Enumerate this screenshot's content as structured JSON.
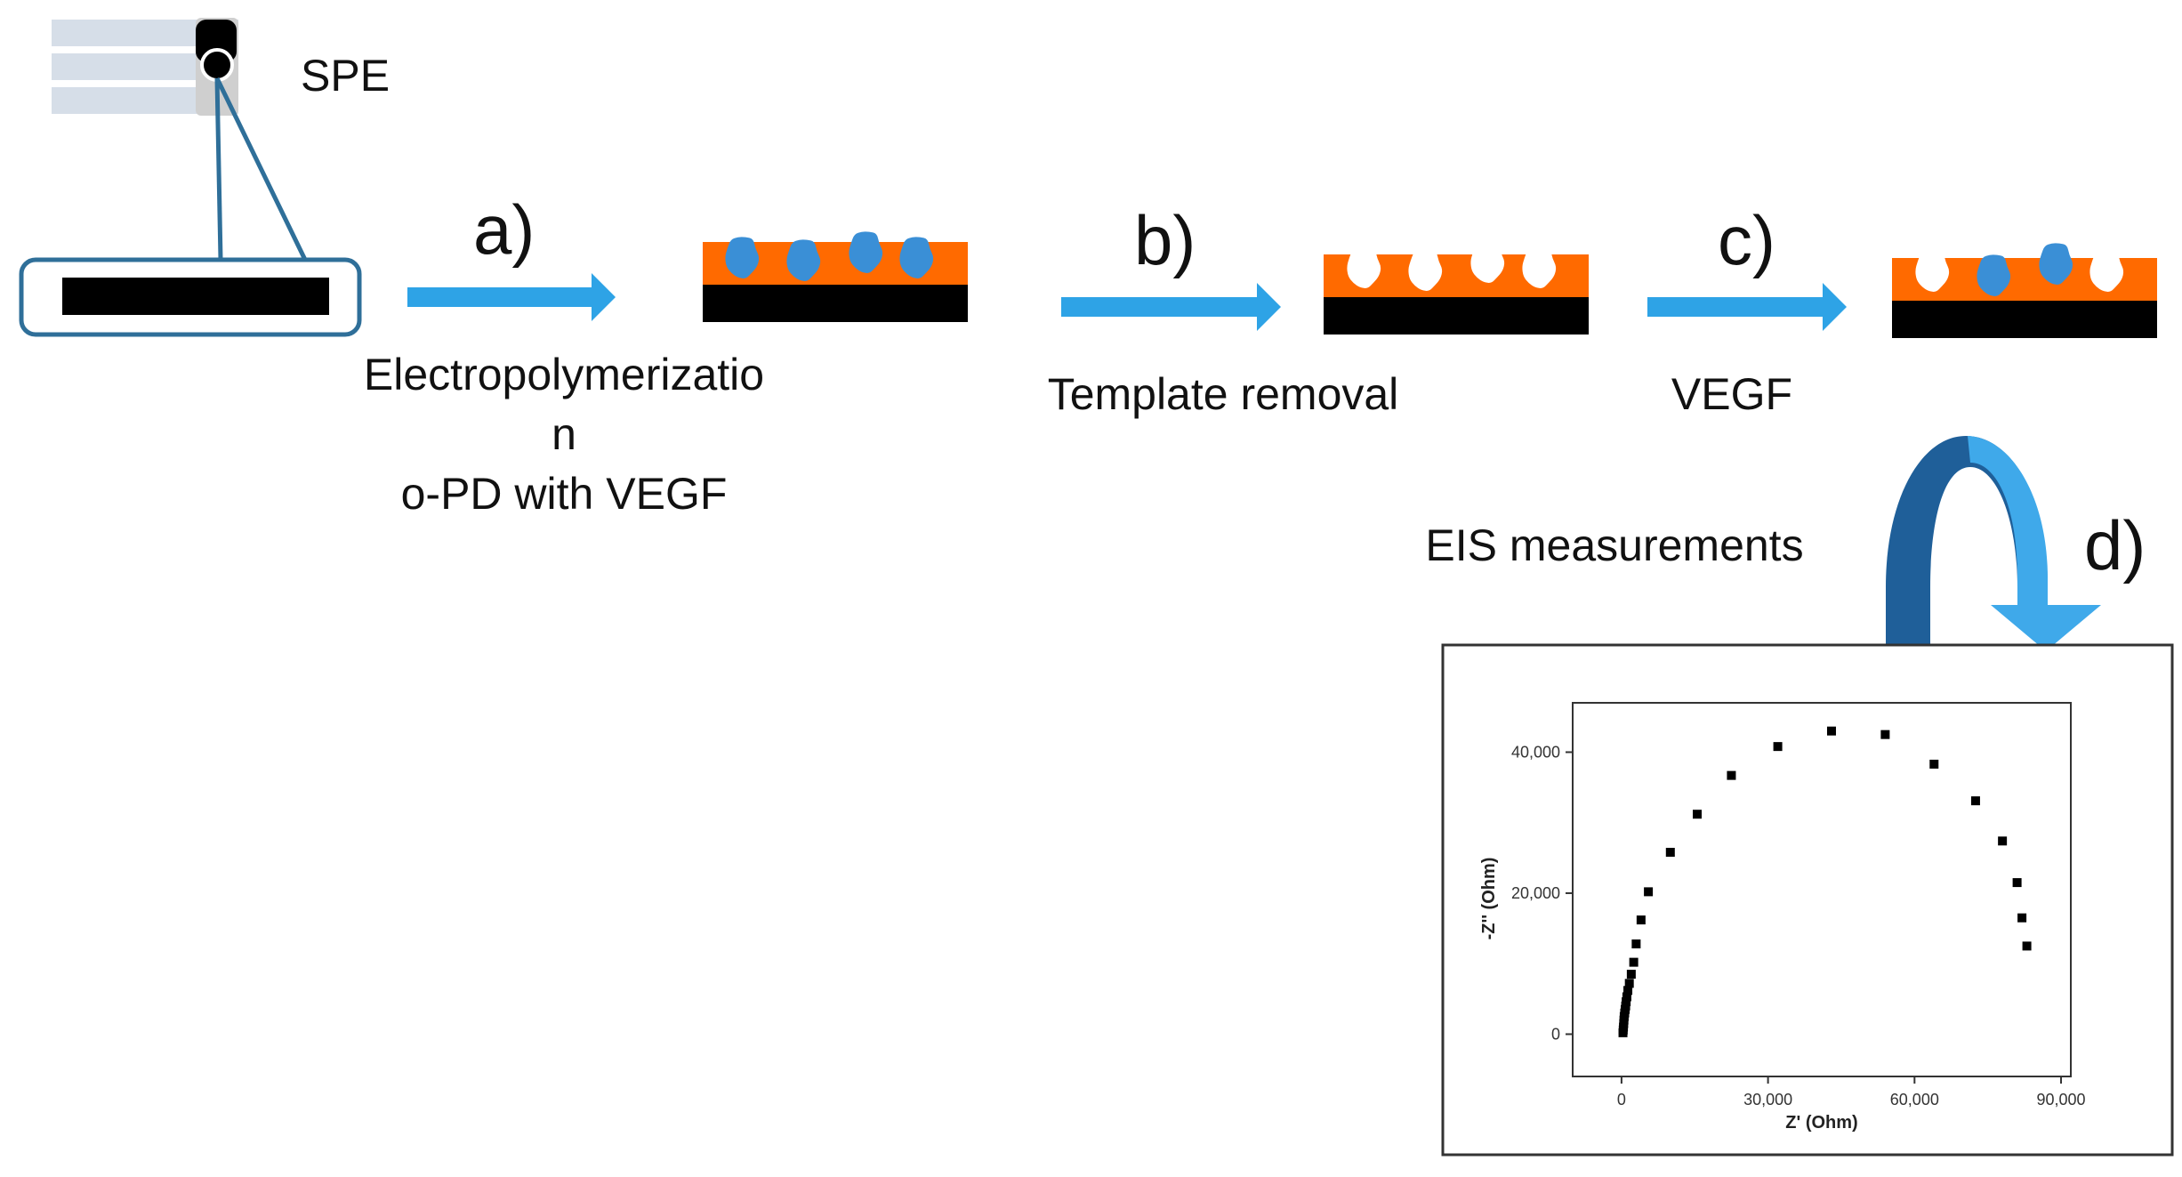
{
  "electrode": {
    "label": "SPE"
  },
  "steps": [
    {
      "id": "a",
      "letter": "a)",
      "caption_lines": [
        "Electropolymerizatio",
        "n",
        "o-PD with VEGF"
      ]
    },
    {
      "id": "b",
      "letter": "b)",
      "caption_lines": [
        "Template removal"
      ]
    },
    {
      "id": "c",
      "letter": "c)",
      "caption_lines": [
        "VEGF"
      ]
    },
    {
      "id": "d",
      "letter": "d)",
      "caption_lines": [
        "EIS measurements"
      ]
    }
  ],
  "colors": {
    "polymer": "#FF6A00",
    "electrode": "#000000",
    "protein": "#3A8FD6",
    "cavity": "#FFFFFF",
    "arrow": "#2EA3E6",
    "curved_arrow_dark": "#1F5F99",
    "curved_arrow_light": "#3FA9EA",
    "outline_blue": "#2F6F99",
    "strip": "#D6DEE8"
  },
  "stages": [
    {
      "id": "imprinted",
      "sites": [
        "protein",
        "protein",
        "protein",
        "protein"
      ]
    },
    {
      "id": "removed",
      "sites": [
        "cavity",
        "cavity",
        "cavity",
        "cavity"
      ]
    },
    {
      "id": "rebound",
      "sites": [
        "cavity",
        "protein",
        "protein",
        "cavity"
      ]
    }
  ],
  "chart_data": {
    "type": "scatter",
    "xlabel": "Z' (Ohm)",
    "ylabel": "-Z'' (Ohm)",
    "x_ticks": [
      "0",
      "30,000",
      "60,000",
      "90,000"
    ],
    "y_ticks": [
      "0",
      "20,000",
      "40,000"
    ],
    "xlim": [
      -10000,
      92000
    ],
    "ylim": [
      -6000,
      47000
    ],
    "points": [
      [
        300,
        200
      ],
      [
        350,
        600
      ],
      [
        400,
        1000
      ],
      [
        450,
        1500
      ],
      [
        500,
        2000
      ],
      [
        550,
        2500
      ],
      [
        650,
        3000
      ],
      [
        750,
        3500
      ],
      [
        850,
        4000
      ],
      [
        950,
        4600
      ],
      [
        1100,
        5300
      ],
      [
        1300,
        6200
      ],
      [
        1600,
        7200
      ],
      [
        2000,
        8500
      ],
      [
        2500,
        10200
      ],
      [
        3000,
        12800
      ],
      [
        4000,
        16200
      ],
      [
        5500,
        20200
      ],
      [
        10000,
        25800
      ],
      [
        15500,
        31200
      ],
      [
        22500,
        36700
      ],
      [
        32000,
        40800
      ],
      [
        43000,
        43000
      ],
      [
        54000,
        42500
      ],
      [
        64000,
        38300
      ],
      [
        72500,
        33100
      ],
      [
        78000,
        27400
      ],
      [
        81000,
        21500
      ],
      [
        82000,
        16500
      ],
      [
        83000,
        12500
      ]
    ]
  }
}
